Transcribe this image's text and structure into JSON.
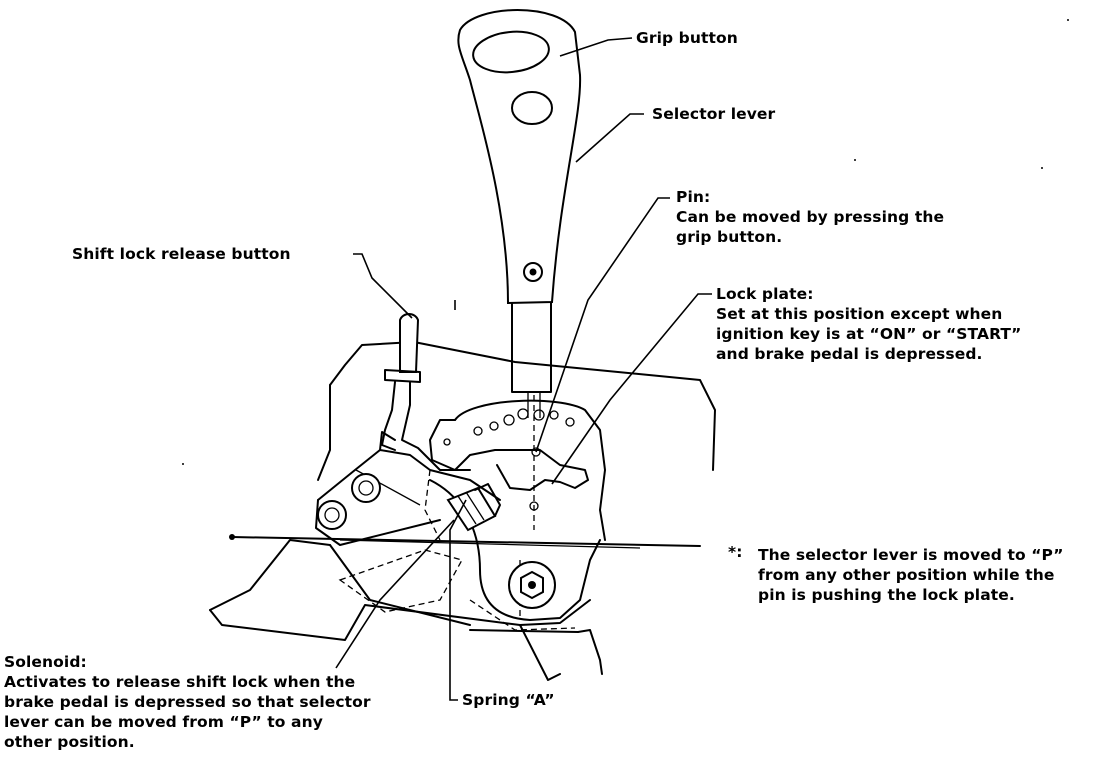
{
  "labels": {
    "grip_button": "Grip button",
    "selector_lever": "Selector lever",
    "pin": {
      "title": "Pin:",
      "lines": [
        "Can be moved by pressing the",
        "grip button."
      ]
    },
    "shift_lock_release_button": "Shift lock release button",
    "lock_plate": {
      "title": "Lock plate:",
      "lines": [
        "Set at this position except when",
        "ignition key is at “ON” or “START”",
        "and brake pedal is depressed."
      ]
    },
    "note": {
      "marker": "*:",
      "lines": [
        "The selector lever is moved to “P”",
        "from any other position while the",
        "pin is pushing the lock plate."
      ]
    },
    "solenoid": {
      "title": "Solenoid:",
      "lines": [
        "Activates to release shift lock when the",
        "brake pedal is depressed so that selector",
        "lever can be moved from “P” to any",
        "other position."
      ]
    },
    "spring_a": "Spring “A”"
  }
}
